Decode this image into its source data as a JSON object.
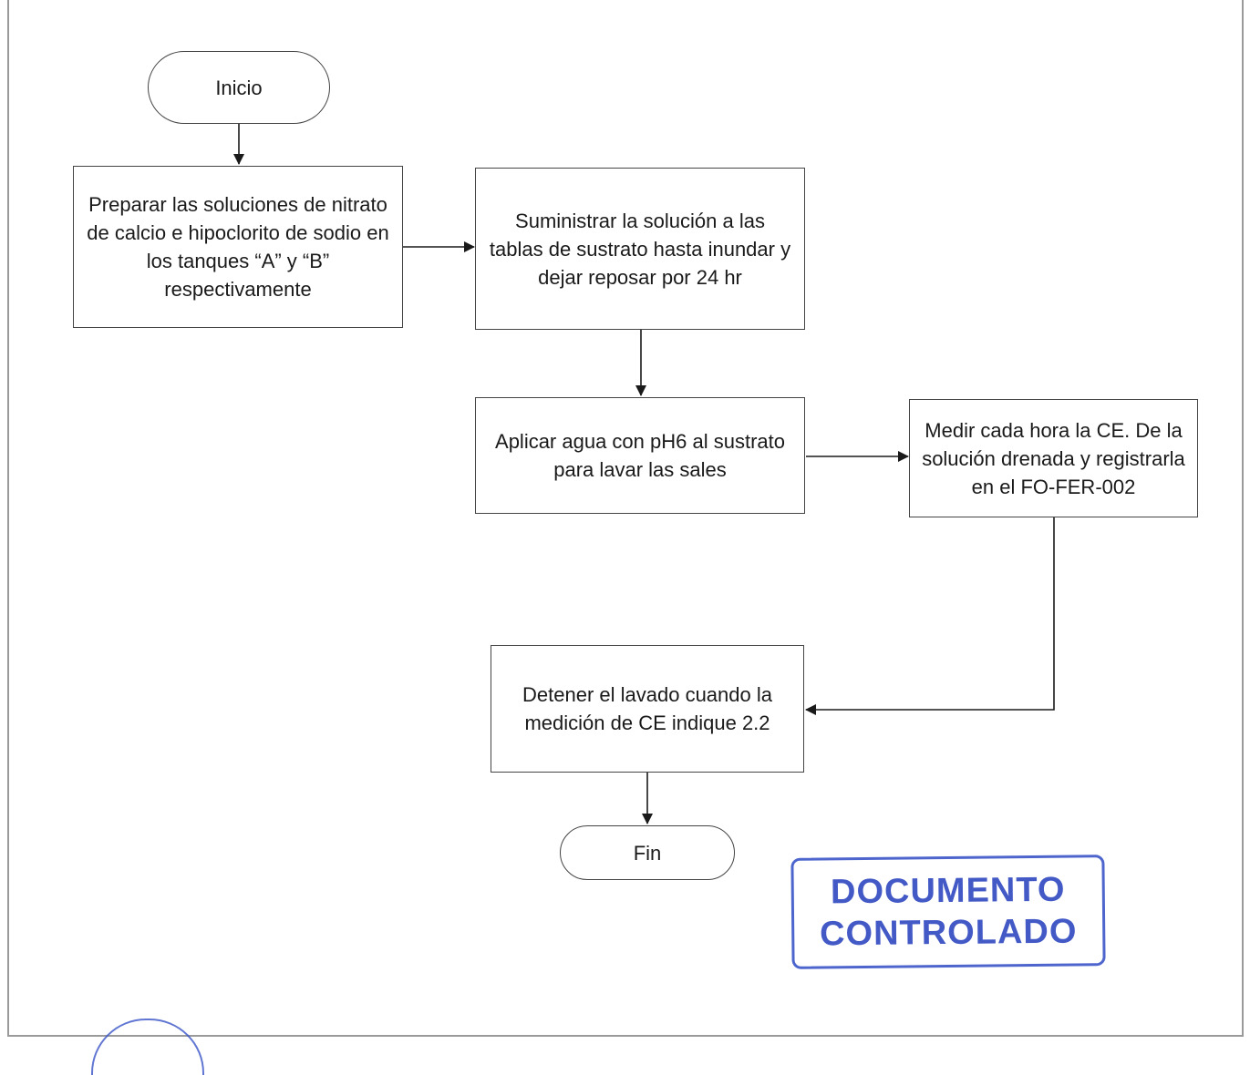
{
  "flowchart": {
    "start": "Inicio",
    "step1": "Preparar las soluciones de nitrato de calcio e hipoclorito de sodio en los tanques “A” y “B” respectivamente",
    "step2": "Suministrar la solución a las tablas de sustrato hasta inundar y dejar reposar por 24 hr",
    "step3": "Aplicar agua con pH6 al sustrato para lavar las sales",
    "step4": "Medir cada hora la CE. De la solución drenada y registrarla en el FO-FER-002",
    "step5": "Detener el lavado cuando la medición de CE indique 2.2",
    "end": "Fin"
  },
  "stamp": {
    "line1": "DOCUMENTO",
    "line2": "CONTROLADO"
  },
  "colors": {
    "stamp": "#2f48c0",
    "line": "#1a1a1a"
  }
}
